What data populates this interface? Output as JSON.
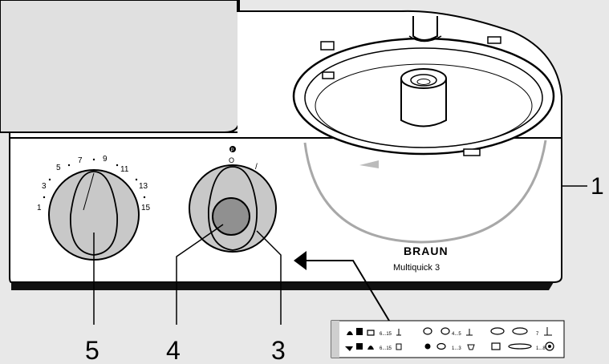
{
  "callouts": {
    "c1": "1",
    "c3": "3",
    "c4": "4",
    "c5": "5"
  },
  "speed_dial": {
    "scale": [
      "1",
      "3",
      "5",
      "7",
      "9",
      "11",
      "13",
      "15"
    ]
  },
  "power_switch": {
    "pulse_symbol": "P",
    "off_symbol": "O",
    "on_symbol": "/"
  },
  "branding": {
    "brand": "BRAUN",
    "model": "Multiquick 3"
  },
  "speed_chart": {
    "row1": {
      "range_a": "6...15",
      "range_b": "4...5",
      "range_c": "7"
    },
    "row2": {
      "range_a": "6...15",
      "range_b": "1...3",
      "range_c": "1...8"
    }
  },
  "colors": {
    "background": "#e8e8e8",
    "body": "#ffffff",
    "knob": "#c8c8c8",
    "button": "#909090",
    "line": "#000000"
  }
}
